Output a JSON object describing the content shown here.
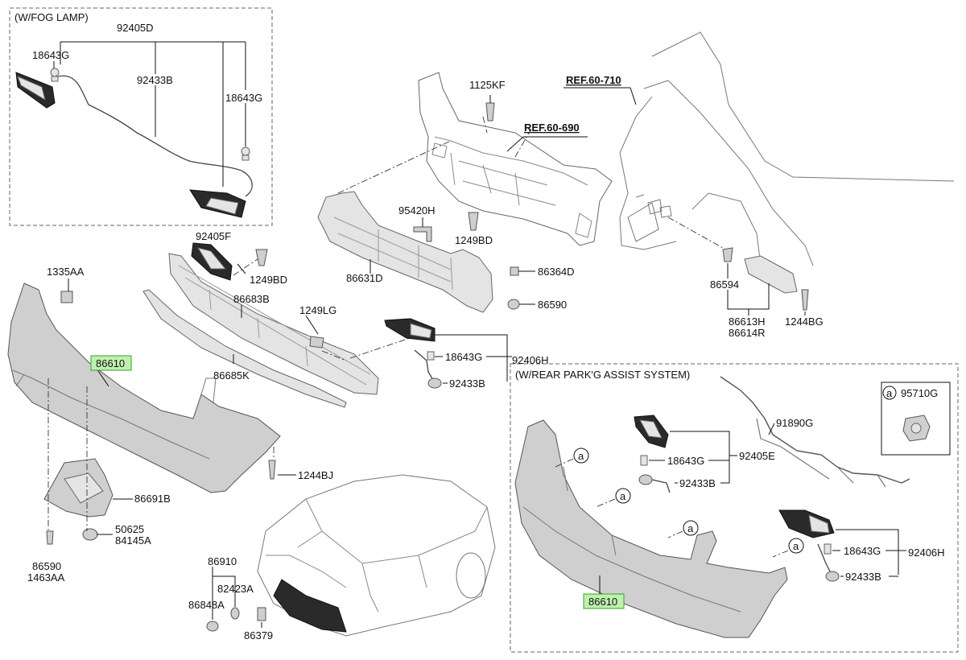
{
  "sections": {
    "fog_lamp": "(W/FOG LAMP)",
    "park_assist": "(W/REAR PARK'G ASSIST SYSTEM)"
  },
  "refs": {
    "ref_710": "REF.60-710",
    "ref_690": "REF.60-690"
  },
  "callout_letter": "a",
  "parts": {
    "p92405D": "92405D",
    "p18643G_a": "18643G",
    "p92433B_a": "92433B",
    "p18643G_b": "18643G",
    "p1125KF": "1125KF",
    "p95420H": "95420H",
    "p1249BD_a": "1249BD",
    "p92405F": "92405F",
    "p1249BD_b": "1249BD",
    "p1335AA": "1335AA",
    "p86631D": "86631D",
    "p86364D": "86364D",
    "p86590_a": "86590",
    "p86683B": "86683B",
    "p1249LG": "1249LG",
    "p86610_a": "86610",
    "p86685K": "86685K",
    "p18643G_c": "18643G",
    "p92406H_a": "92406H",
    "p92433B_b": "92433B",
    "p86594": "86594",
    "p86613H": "86613H",
    "p86614R": "86614R",
    "p1244BG": "1244BG",
    "p95710G": "95710G",
    "p91890G": "91890G",
    "p18643G_d": "18643G",
    "p92405E": "92405E",
    "p92433B_c": "92433B",
    "p1244BJ": "1244BJ",
    "p86691B": "86691B",
    "p50625": "50625",
    "p84145A": "84145A",
    "p86590_b": "86590",
    "p1463AA": "1463AA",
    "p86910": "86910",
    "p82423A": "82423A",
    "p86848A": "86848A",
    "p86379": "86379",
    "p18643G_e": "18643G",
    "p92406H_b": "92406H",
    "p92433B_d": "92433B",
    "p86610_b": "86610"
  }
}
